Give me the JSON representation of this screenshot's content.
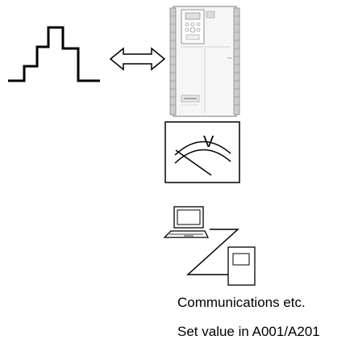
{
  "meter": {
    "label": "V"
  },
  "captions": {
    "communications": "Communications etc.",
    "set_value": "Set value in A001/A201"
  },
  "icons": {
    "pulse": "pulse-waveform-icon",
    "arrow": "double-headed-arrow-icon",
    "inverter": "inverter-icon",
    "meter": "voltmeter-icon",
    "laptop": "laptop-computer-icon",
    "operator": "digital-operator-icon"
  },
  "colors": {
    "line": "#000000",
    "panel_fill": "#f4f4f4",
    "fin_fill": "#c8c8c8",
    "panel_stroke": "#777777"
  }
}
